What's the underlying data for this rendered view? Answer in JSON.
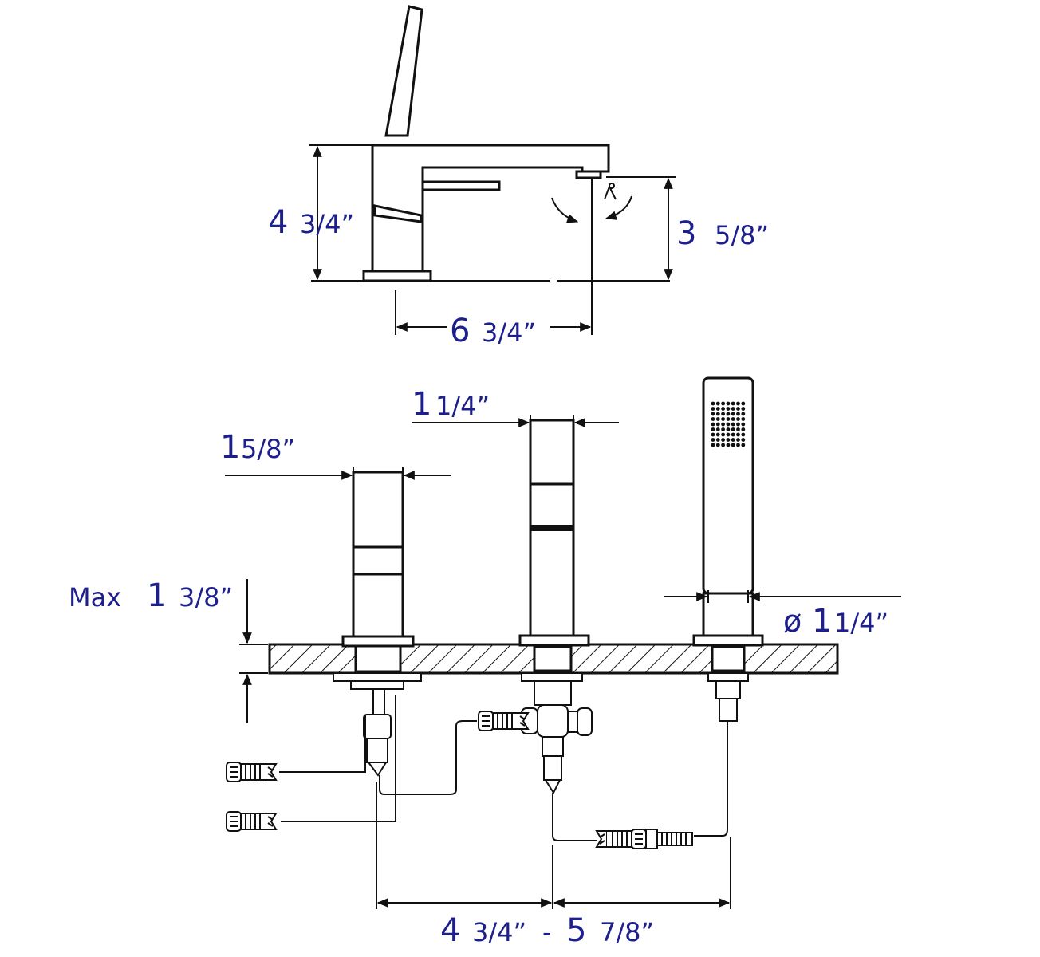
{
  "colors": {
    "line": "#111111",
    "dimension_text": "#1d1f8c",
    "background": "#ffffff"
  },
  "side_view": {
    "height_whole": "4",
    "height_frac": "3/4”",
    "spout_height_whole": "3",
    "spout_height_frac": "5/8”",
    "reach_whole": "6",
    "reach_frac": "3/4”"
  },
  "front_view": {
    "handle_width_whole": "1",
    "handle_width_frac": "5/8”",
    "spout_width_whole": "1",
    "spout_width_frac": "1/4”",
    "deck_prefix": "Max",
    "deck_whole": "1",
    "deck_frac": "3/8”",
    "shower_dia_symbol": "ø",
    "shower_dia_whole": "1",
    "shower_dia_frac": "1/4”",
    "spacing_a_whole": "4",
    "spacing_a_frac": "3/4”",
    "spacing_sep": "-",
    "spacing_b_whole": "5",
    "spacing_b_frac": "7/8”"
  },
  "icons": [
    "arrow-icon",
    "swivel-arrow-icon",
    "water-drop-icon",
    "shower-head-icon",
    "hatch-pattern"
  ]
}
